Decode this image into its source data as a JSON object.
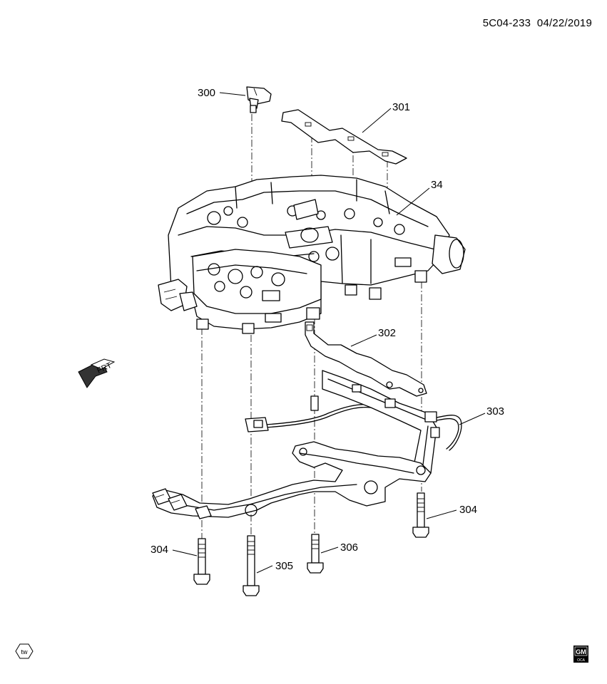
{
  "header": {
    "ref_code": "5C04-233",
    "date": "04/22/2019"
  },
  "callouts": {
    "c300": "300",
    "c301": "301",
    "c34": "34",
    "c302": "302",
    "c303": "303",
    "c304a": "304",
    "c304b": "304",
    "c305": "305",
    "c306": "306"
  },
  "orientation": {
    "frt_label": "FRT"
  },
  "corner_marks": {
    "tw_badge": "tw",
    "gm_logo_top": "GM",
    "gm_logo_bottom": "OCA"
  }
}
